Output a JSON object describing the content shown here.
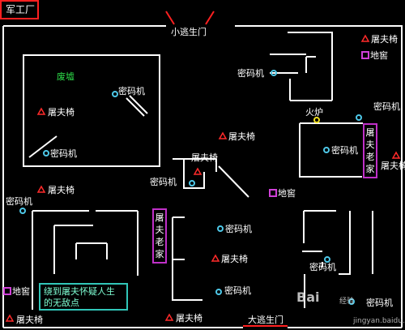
{
  "title": "军工厂",
  "labels": {
    "small_exit": "小逃生门",
    "big_exit": "大逃生门",
    "ruins": "废墟",
    "furnace": "火炉",
    "butcher_home": "屠夫老家",
    "tip": "绕到屠夫怀疑人生的无敌点",
    "watermark_brand": "Bai",
    "watermark_sub": "经验",
    "watermark_url": "jingyan.baidu.com"
  },
  "terms": {
    "cipher": "密码机",
    "chair": "屠夫椅",
    "cellar": "地窖"
  },
  "colors": {
    "wall": "#ffffff",
    "chair": "#ff2a2a",
    "cipher": "#4ec8e8",
    "cellar": "#d040d8",
    "furnace": "#f0e020",
    "title_border": "#ff2020",
    "tip_border": "#31c6b8",
    "ruins_text": "#2ee04a"
  }
}
